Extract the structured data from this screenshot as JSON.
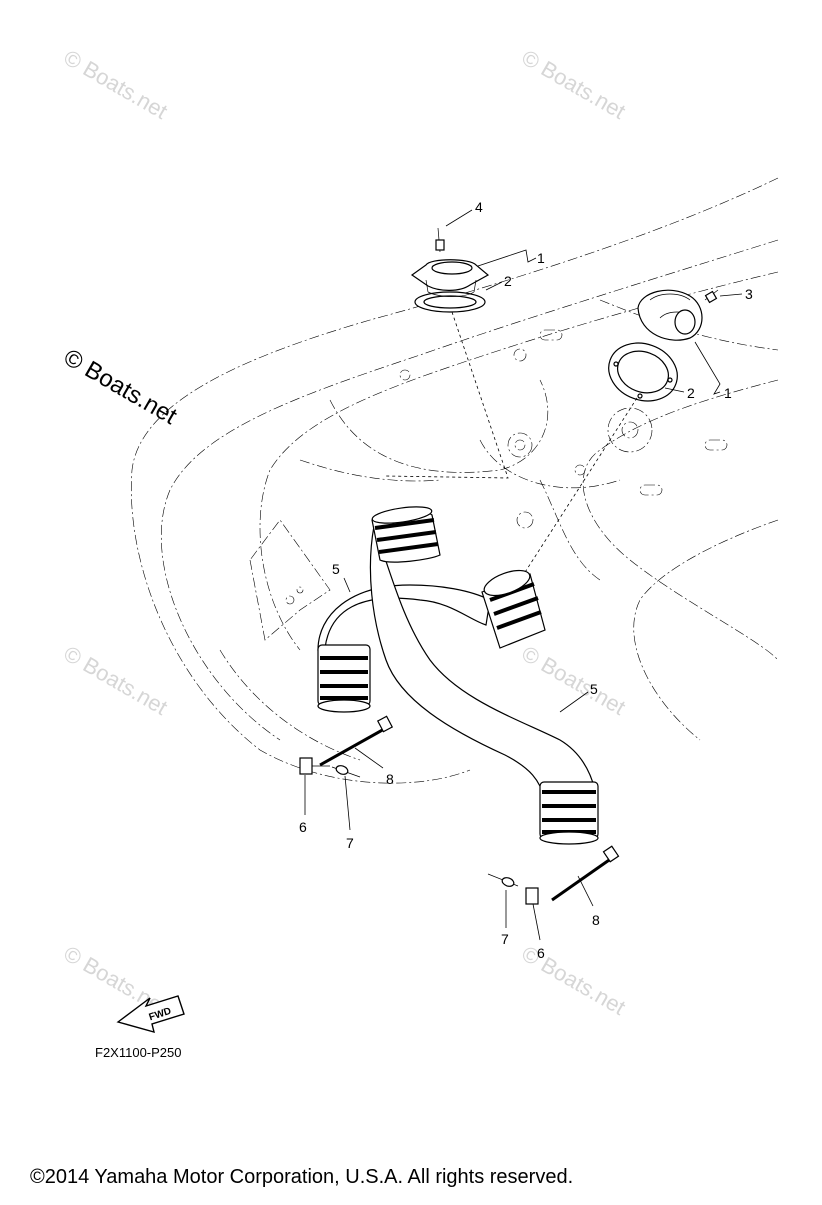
{
  "watermarks": {
    "small_text": "© Boats.net",
    "large_text": "© Boats.net"
  },
  "callouts": {
    "c1_upper": "1",
    "c2_upper": "2",
    "c4": "4",
    "c3": "3",
    "c2_right": "2",
    "c1_right": "1",
    "c5_left": "5",
    "c5_right": "5",
    "c8_left": "8",
    "c6_left": "6",
    "c7_left": "7",
    "c7_right": "7",
    "c6_right": "6",
    "c8_right": "8"
  },
  "fwd_label": "FWD",
  "diagram_code": "F2X1100-P250",
  "copyright": "©2014 Yamaha Motor Corporation, U.S.A. All rights reserved."
}
